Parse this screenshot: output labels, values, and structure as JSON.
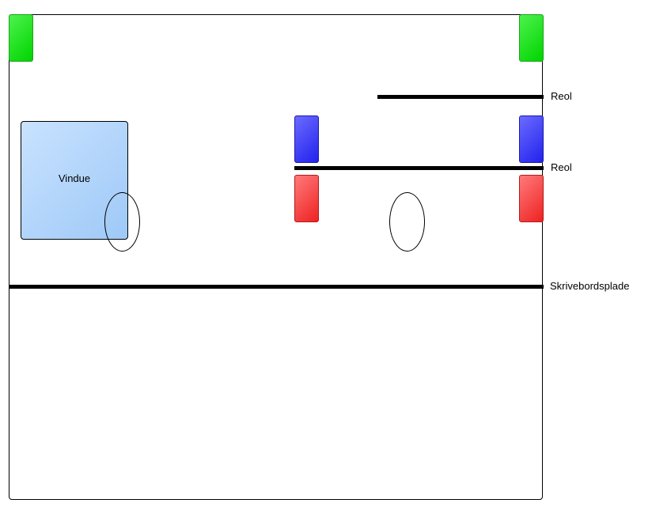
{
  "diagram": {
    "window_label": "Vindue",
    "shelf_top_label": "Reol",
    "shelf_middle_label": "Reol",
    "desk_label": "Skrivebordsplade"
  },
  "colors": {
    "speaker_green": "#00d400",
    "speaker_blue": "#2222ee",
    "speaker_red": "#ee2222",
    "window_fill": "#b4d6fb",
    "outline": "#000000"
  }
}
